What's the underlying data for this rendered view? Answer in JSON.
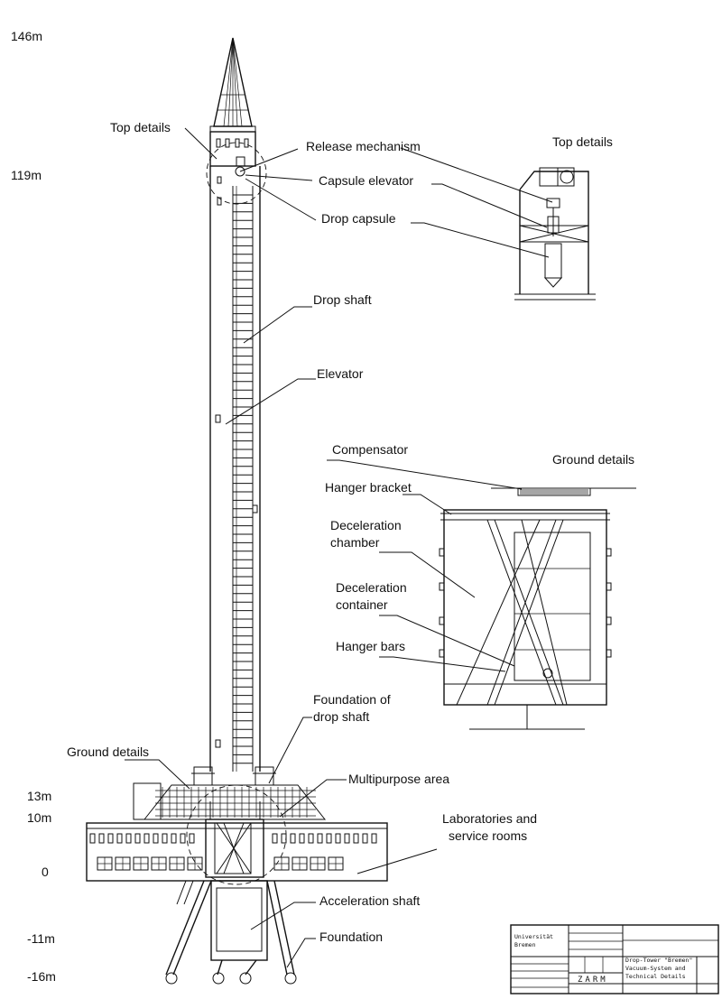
{
  "elevations": {
    "e146": "146m",
    "e119": "119m",
    "e13": "13m",
    "e10": "10m",
    "e0": "0",
    "em11": "-11m",
    "em16": "-16m"
  },
  "labels": {
    "top_details_main": "Top details",
    "release_mechanism": "Release mechanism",
    "capsule_elevator": "Capsule elevator",
    "drop_capsule": "Drop capsule",
    "drop_shaft": "Drop shaft",
    "elevator": "Elevator",
    "foundation_drop_shaft_1": "Foundation of",
    "foundation_drop_shaft_2": "drop shaft",
    "ground_details_main": "Ground details",
    "multipurpose_area": "Multipurpose area",
    "laboratories_1": "Laboratories and",
    "laboratories_2": "service rooms",
    "acceleration_shaft": "Acceleration shaft",
    "foundation": "Foundation"
  },
  "top_details_inset": {
    "title": "Top details"
  },
  "ground_details_inset": {
    "title": "Ground details",
    "compensator": "Compensator",
    "hanger_bracket": "Hanger bracket",
    "decel_chamber_1": "Deceleration",
    "decel_chamber_2": "chamber",
    "decel_container_1": "Deceleration",
    "decel_container_2": "container",
    "hanger_bars": "Hanger bars"
  },
  "title_block": {
    "org_1": "Universität",
    "org_2": "Bremen",
    "title_1": "Drop-Tower \"Bremen\"",
    "title_2": "Vacuum-System and",
    "title_3": "Technical Details",
    "logo": "ZARM"
  }
}
